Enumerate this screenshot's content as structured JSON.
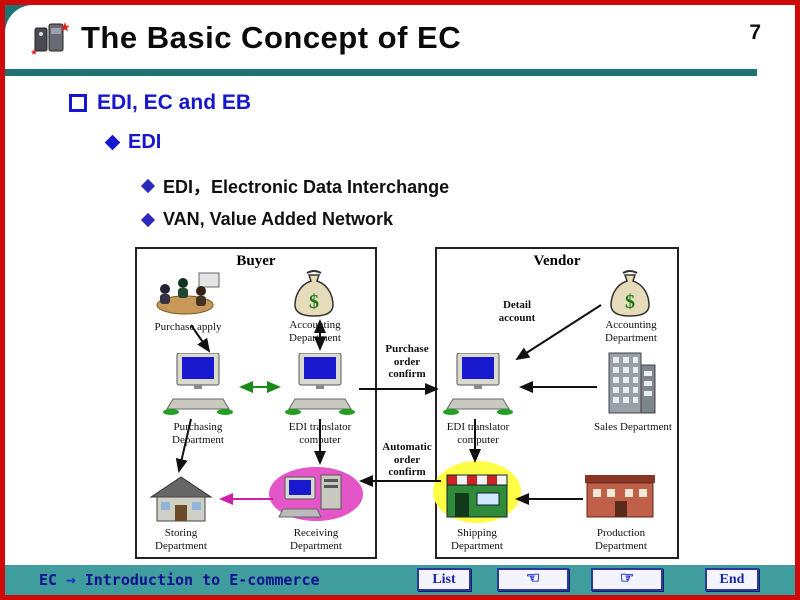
{
  "colors": {
    "border_red": "#cf0a0a",
    "teal_dark": "#1d7272",
    "teal_footer": "#3f9d9d",
    "bullet_blue": "#1616cc",
    "highlight_yellow": "#ffff45",
    "highlight_pink": "#e455c8"
  },
  "page": {
    "number": "7"
  },
  "header": {
    "title": "The Basic Concept of EC"
  },
  "outline": {
    "l1": "EDI, EC and EB",
    "l2": "EDI",
    "l3a": "EDI，Electronic Data Interchange",
    "l3b": "VAN, Value Added Network"
  },
  "diagram": {
    "money_symbol": "$",
    "buyer": {
      "title": "Buyer",
      "purchase_apply": "Purchase apply",
      "accounting": "Accounting Department",
      "purchasing": "Purchasing Department",
      "edi_computer": "EDI translator computer",
      "storing": "Storing Department",
      "receiving": "Receiving Department"
    },
    "vendor": {
      "title": "Vendor",
      "detail_account": "Detail account",
      "accounting": "Accounting Department",
      "edi_computer": "EDI translator computer",
      "sales": "Sales Department",
      "shipping": "Shipping Department",
      "production": "Production Department"
    },
    "flows": {
      "purchase_order": "Purchase order confirm",
      "automatic_order": "Automatic order confirm"
    }
  },
  "footer": {
    "course": "EC",
    "arrow": "→",
    "subtitle": "Introduction to E-commerce",
    "list_button": "List",
    "back_hand": "☜",
    "forward_hand": "☞",
    "end_button": "End"
  }
}
